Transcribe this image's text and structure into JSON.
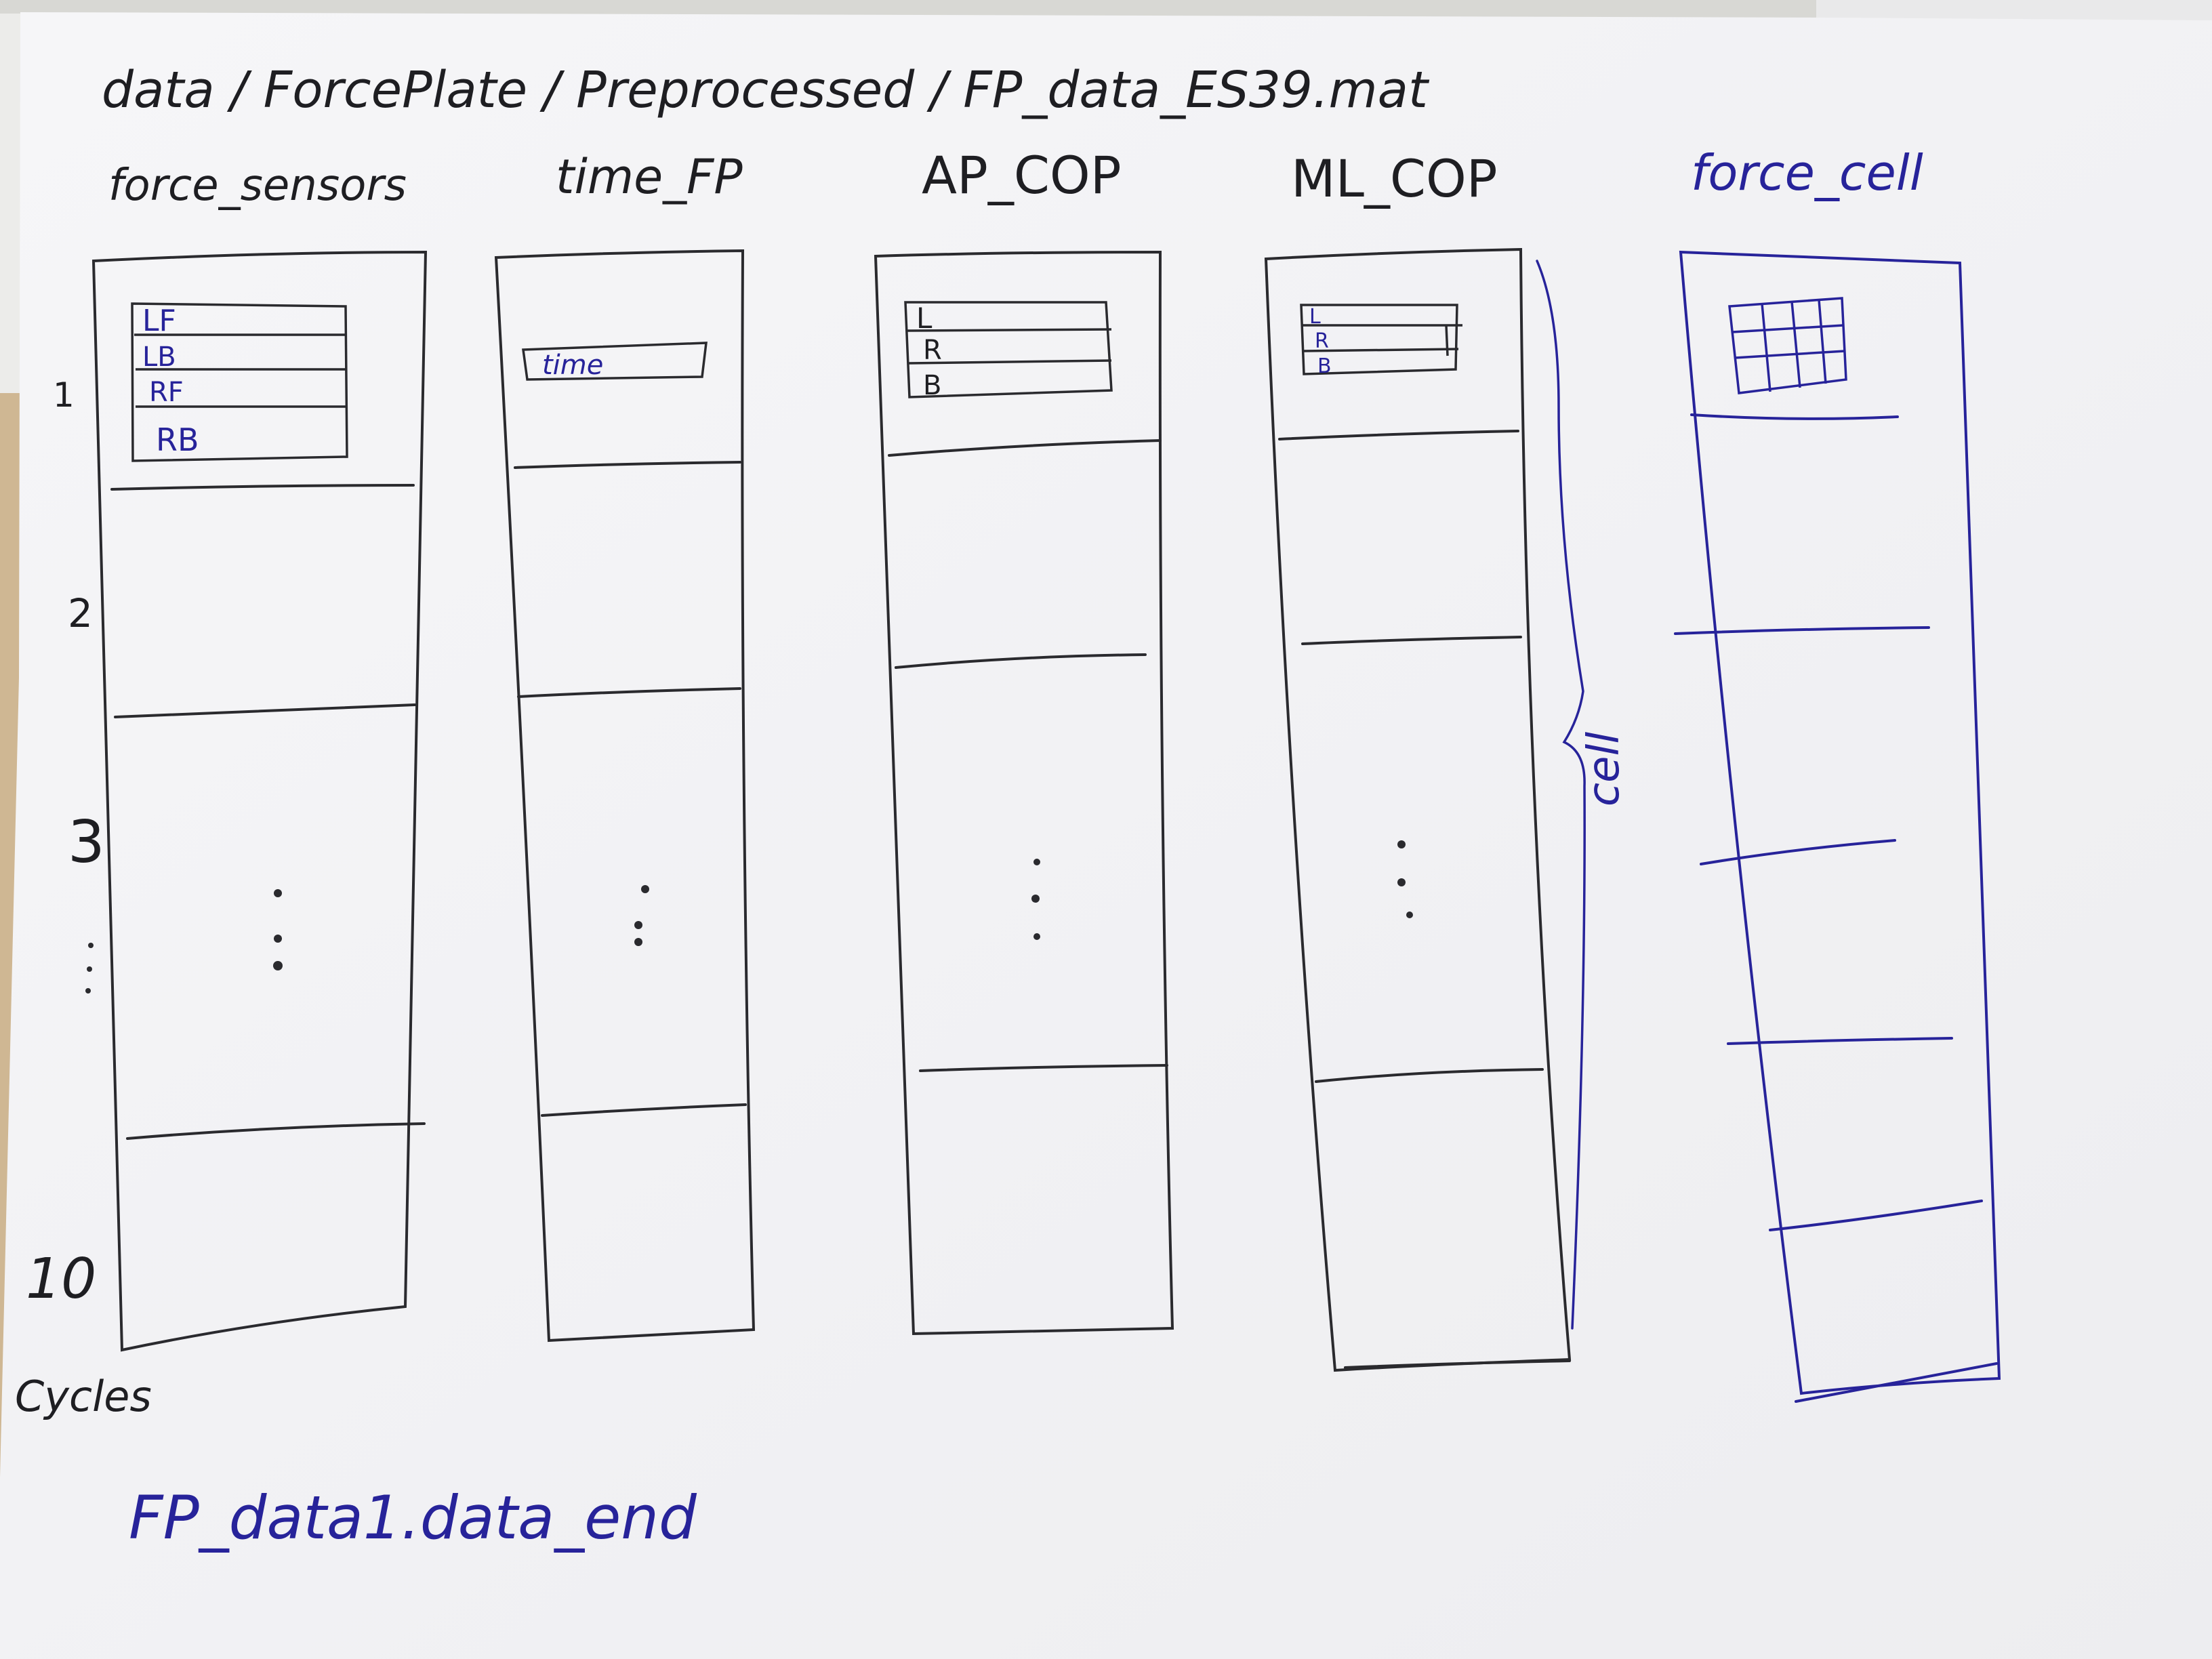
{
  "path": "data / ForcePlate / Preprocessed / FP_data_ES39.mat",
  "columns": [
    {
      "name": "force_sensors",
      "entries": [
        "LF",
        "LB",
        "RF",
        "RB"
      ]
    },
    {
      "name": "time_FP",
      "entries": [
        "time"
      ]
    },
    {
      "name": "AP_COP",
      "entries": [
        "L",
        "R",
        "B"
      ]
    },
    {
      "name": "ML_COP",
      "entries": [
        "L",
        "R",
        "B"
      ]
    },
    {
      "name": "force_cell",
      "entries": []
    }
  ],
  "cycle_numbers": [
    "1",
    "2",
    "3",
    "10"
  ],
  "cycles_label": "Cycles",
  "brace_label": "cell",
  "footer_code": "FP_data1.data_end",
  "colors": {
    "ink": "#1e1e22",
    "blue_ink": "#27239a",
    "paper": "#f4f4f6",
    "desk": "#cfb793"
  }
}
